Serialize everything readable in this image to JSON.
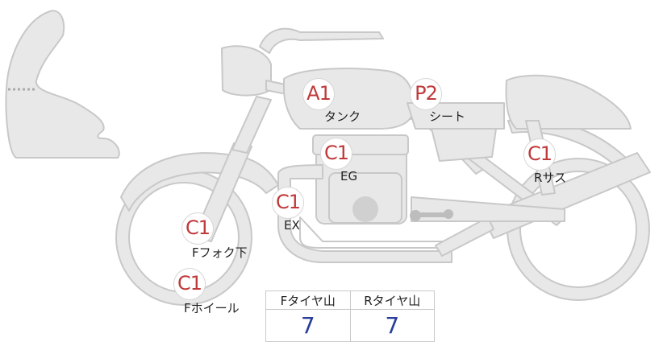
{
  "diagram": {
    "fill_color": "#e8e8e8",
    "stroke_color": "#c8c8c8",
    "marker_text_color": "#c0393b",
    "markers": [
      {
        "id": "tank",
        "code": "A1",
        "label": "タンク"
      },
      {
        "id": "seat",
        "code": "P2",
        "label": "シート"
      },
      {
        "id": "engine",
        "code": "C1",
        "label": "EG"
      },
      {
        "id": "rear-susp",
        "code": "C1",
        "label": "Rサス"
      },
      {
        "id": "exhaust",
        "code": "C1",
        "label": "EX"
      },
      {
        "id": "front-fork",
        "code": "C1",
        "label": "Fフォク下"
      },
      {
        "id": "front-wheel",
        "code": "C1",
        "label": "Fホイール"
      }
    ]
  },
  "tread": {
    "headers": [
      "Fタイヤ山",
      "Rタイヤ山"
    ],
    "values": [
      "7",
      "7"
    ],
    "value_color": "#2a3f9a"
  }
}
